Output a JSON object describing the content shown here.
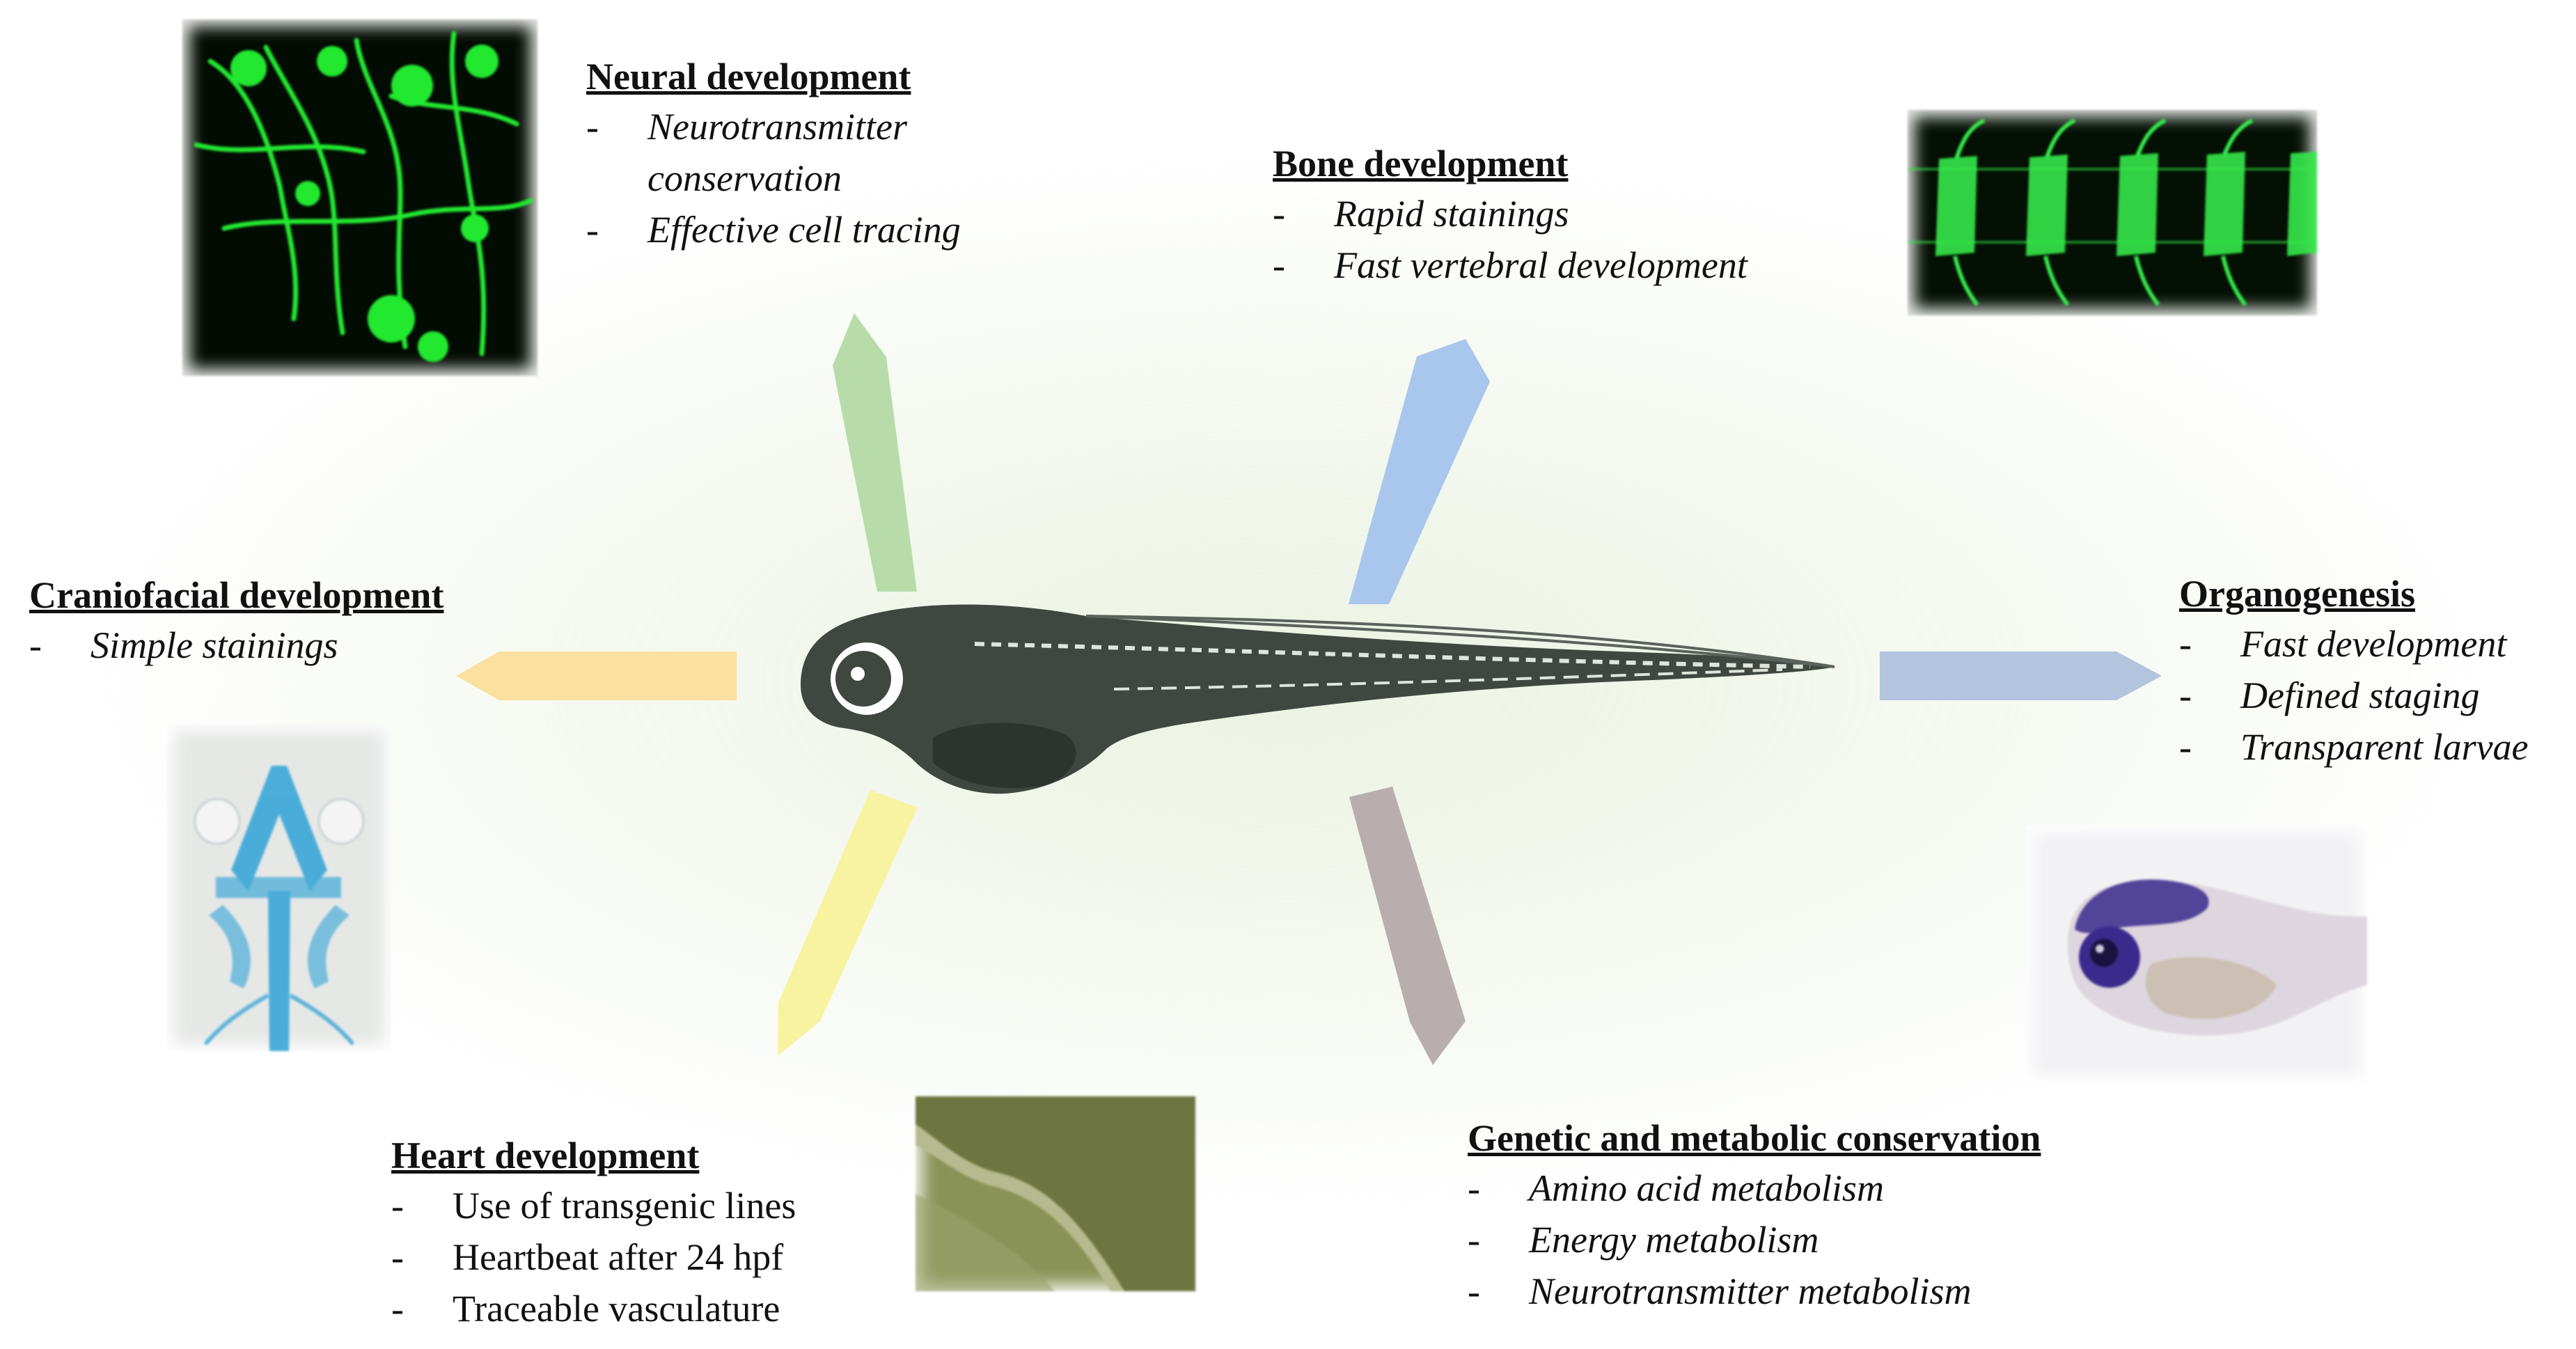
{
  "blocks": {
    "neural": {
      "title": "Neural development",
      "items": [
        "Neurotransmitter conservation",
        "Effective cell tracing"
      ]
    },
    "bone": {
      "title": "Bone development",
      "items": [
        "Rapid stainings",
        "Fast vertebral development"
      ]
    },
    "craniofacial": {
      "title": "Craniofacial development",
      "items": [
        "Simple stainings"
      ]
    },
    "organogenesis": {
      "title": "Organogenesis",
      "items": [
        "Fast development",
        "Defined staging",
        "Transparent larvae"
      ]
    },
    "heart": {
      "title": "Heart development",
      "items": [
        "Use of transgenic lines",
        "Heartbeat after 24 hpf",
        "Traceable vasculature"
      ]
    },
    "genetic": {
      "title": "Genetic and metabolic conservation",
      "items": [
        "Amino acid metabolism",
        "Energy metabolism",
        "Neurotransmitter metabolism"
      ]
    }
  },
  "arrow_colors": {
    "neural": "#b7dcaa",
    "bone": "#a9c6ec",
    "craniofacial": "#fbe0a0",
    "organogenesis": "#b3c4de",
    "heart": "#f8f3a0",
    "genetic": "#b9aeae"
  },
  "photo_colors": {
    "neurons": "#22e830",
    "vertebrae": "#35e84a",
    "cartilage": "#3aa6d8",
    "larva_stain": "#3a2a8c",
    "heart": "#7f8a4e"
  },
  "fish_color": "#3f4740"
}
